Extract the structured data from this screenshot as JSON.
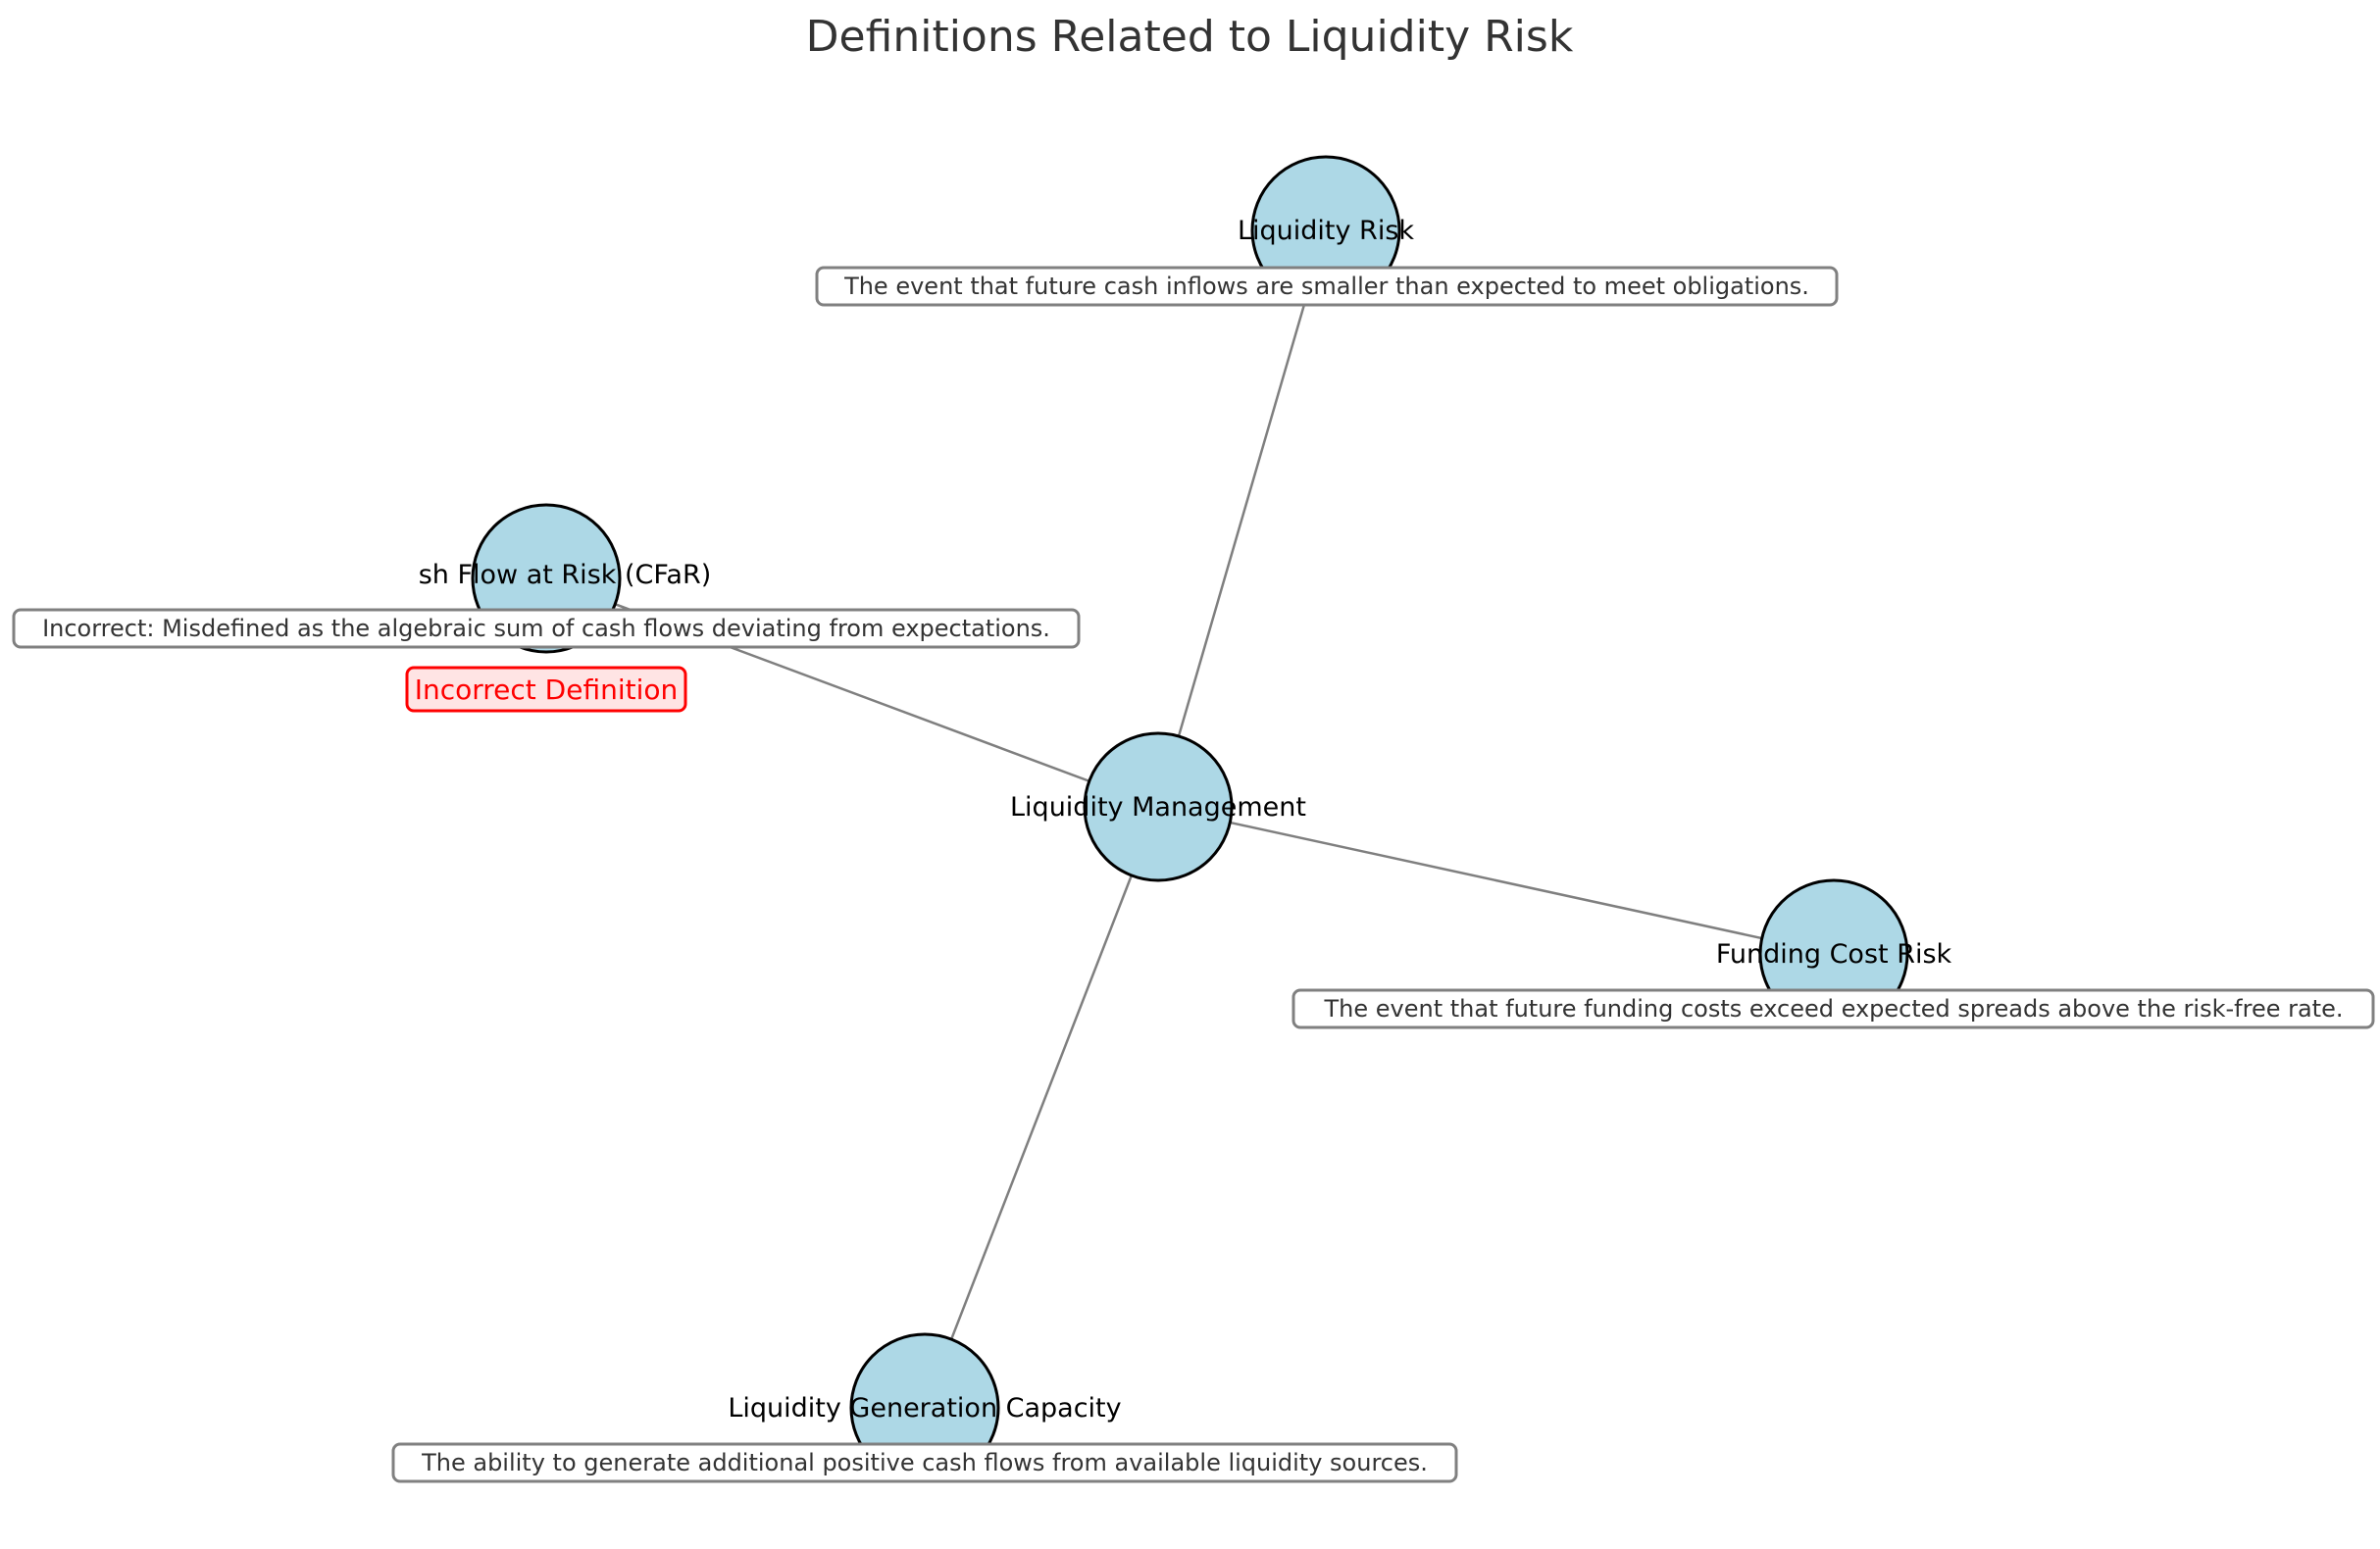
{
  "title": "Definitions Related to Liquidity Risk",
  "colors": {
    "node_fill": "#add8e6",
    "node_stroke": "#000000",
    "edge": "#7f7f7f",
    "definition_box_border": "#808080",
    "warning_text": "#ff0000",
    "warning_fill": "#ffe4e4"
  },
  "nodes": {
    "center": {
      "label": "Liquidity Management"
    },
    "liquidity_risk": {
      "label": "Liquidity Risk",
      "definition": "The event that future cash inflows are smaller than expected to meet obligations."
    },
    "cfar": {
      "label": "sh Flow at Risk (CFaR)",
      "definition": "Incorrect: Misdefined as the algebraic sum of cash flows deviating from expectations.",
      "badge": "Incorrect Definition"
    },
    "funding_cost_risk": {
      "label": "Funding Cost Risk",
      "definition": "The event that future funding costs exceed expected spreads above the risk-free rate."
    },
    "liquidity_generation_capacity": {
      "label": "Liquidity Generation Capacity",
      "definition": "The ability to generate additional positive cash flows from available liquidity sources."
    }
  }
}
